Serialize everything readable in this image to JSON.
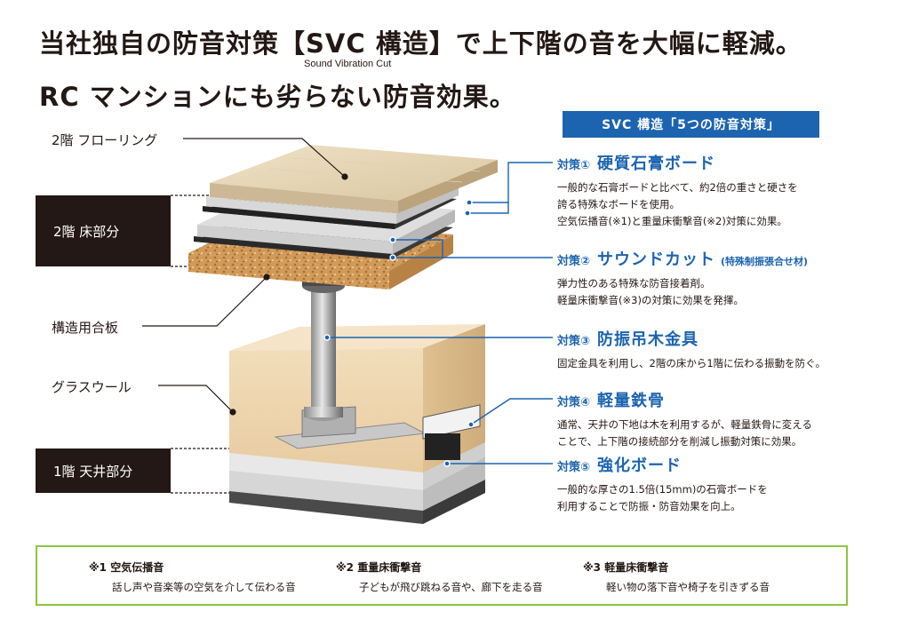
{
  "headline": {
    "line1": "当社独自の防音対策【SVC 構造】で上下階の音を大幅に軽減。",
    "subcaption": "Sound Vibration Cut",
    "line2": "RC マンションにも劣らない防音効果。"
  },
  "labels": {
    "floor2_flooring": "2階 フローリング",
    "floor2_section": "2階 床部分",
    "plywood": "構造用合板",
    "glasswool": "グラスウール",
    "floor1_section": "1階 天井部分"
  },
  "svc_banner": "SVC 構造「5つの防音対策」",
  "measures": [
    {
      "num": "対策①",
      "title": "硬質石膏ボード",
      "note": "",
      "desc": [
        "一般的な石膏ボードと比べて、約2倍の重さと硬さを",
        "誇る特殊なボードを使用。",
        "空気伝播音(※1)と重量床衝撃音(※2)対策に効果。"
      ]
    },
    {
      "num": "対策②",
      "title": "サウンドカット",
      "note": "(特殊制振張合せ材)",
      "desc": [
        "弾力性のある特殊な防音接着剤。",
        "軽量床衝撃音(※3)の対策に効果を発揮。"
      ]
    },
    {
      "num": "対策③",
      "title": "防振吊木金具",
      "note": "",
      "desc": [
        "固定金具を利用し、2階の床から1階に伝わる振動を防ぐ。"
      ]
    },
    {
      "num": "対策④",
      "title": "軽量鉄骨",
      "note": "",
      "desc": [
        "通常、天井の下地は木を利用するが、軽量鉄骨に変える",
        "ことで、上下階の接続部分を削減し振動対策に効果。"
      ]
    },
    {
      "num": "対策⑤",
      "title": "強化ボード",
      "note": "",
      "desc": [
        "一般的な厚さの1.5倍(15mm)の石膏ボードを",
        "利用することで防振・防音効果を向上。"
      ]
    }
  ],
  "footnotes": [
    {
      "head": "※1 空気伝播音",
      "desc": "話し声や音楽等の空気を介して伝わる音"
    },
    {
      "head": "※2 重量床衝撃音",
      "desc": "子どもが飛び跳ねる音や、廊下を走る音"
    },
    {
      "head": "※3 軽量床衝撃音",
      "desc": "軽い物の落下音や椅子を引きずる音"
    }
  ],
  "colors": {
    "accent_blue": "#1c64b0",
    "dark_box": "#231815",
    "footer_border": "#8cc63f"
  }
}
